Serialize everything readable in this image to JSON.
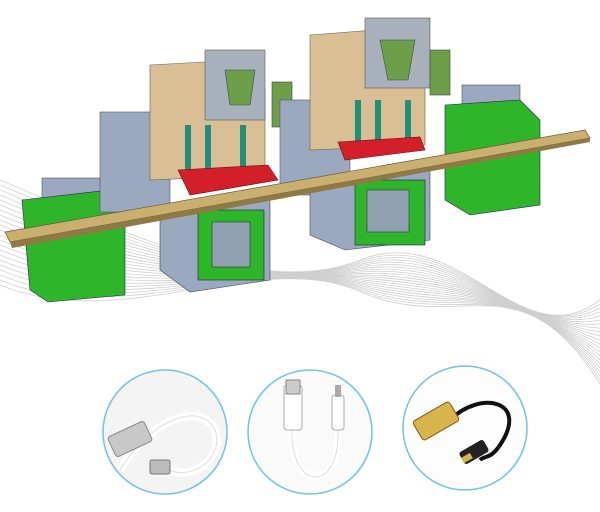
{
  "colors": {
    "background": "#ffffff",
    "base_green": "#2fb52a",
    "housing_tan": "#d9bf93",
    "fixture_red": "#d21f2a",
    "frame_blue_gray": "#9aa8c0",
    "rail_tan": "#c9b071",
    "circle_border": "#6fc3e6",
    "wave_lines": "#c8c8c8"
  },
  "products": [
    {
      "name": "usb-micro-cable"
    },
    {
      "name": "usb-lightning-cable"
    },
    {
      "name": "usb-type-c-cable"
    }
  ]
}
